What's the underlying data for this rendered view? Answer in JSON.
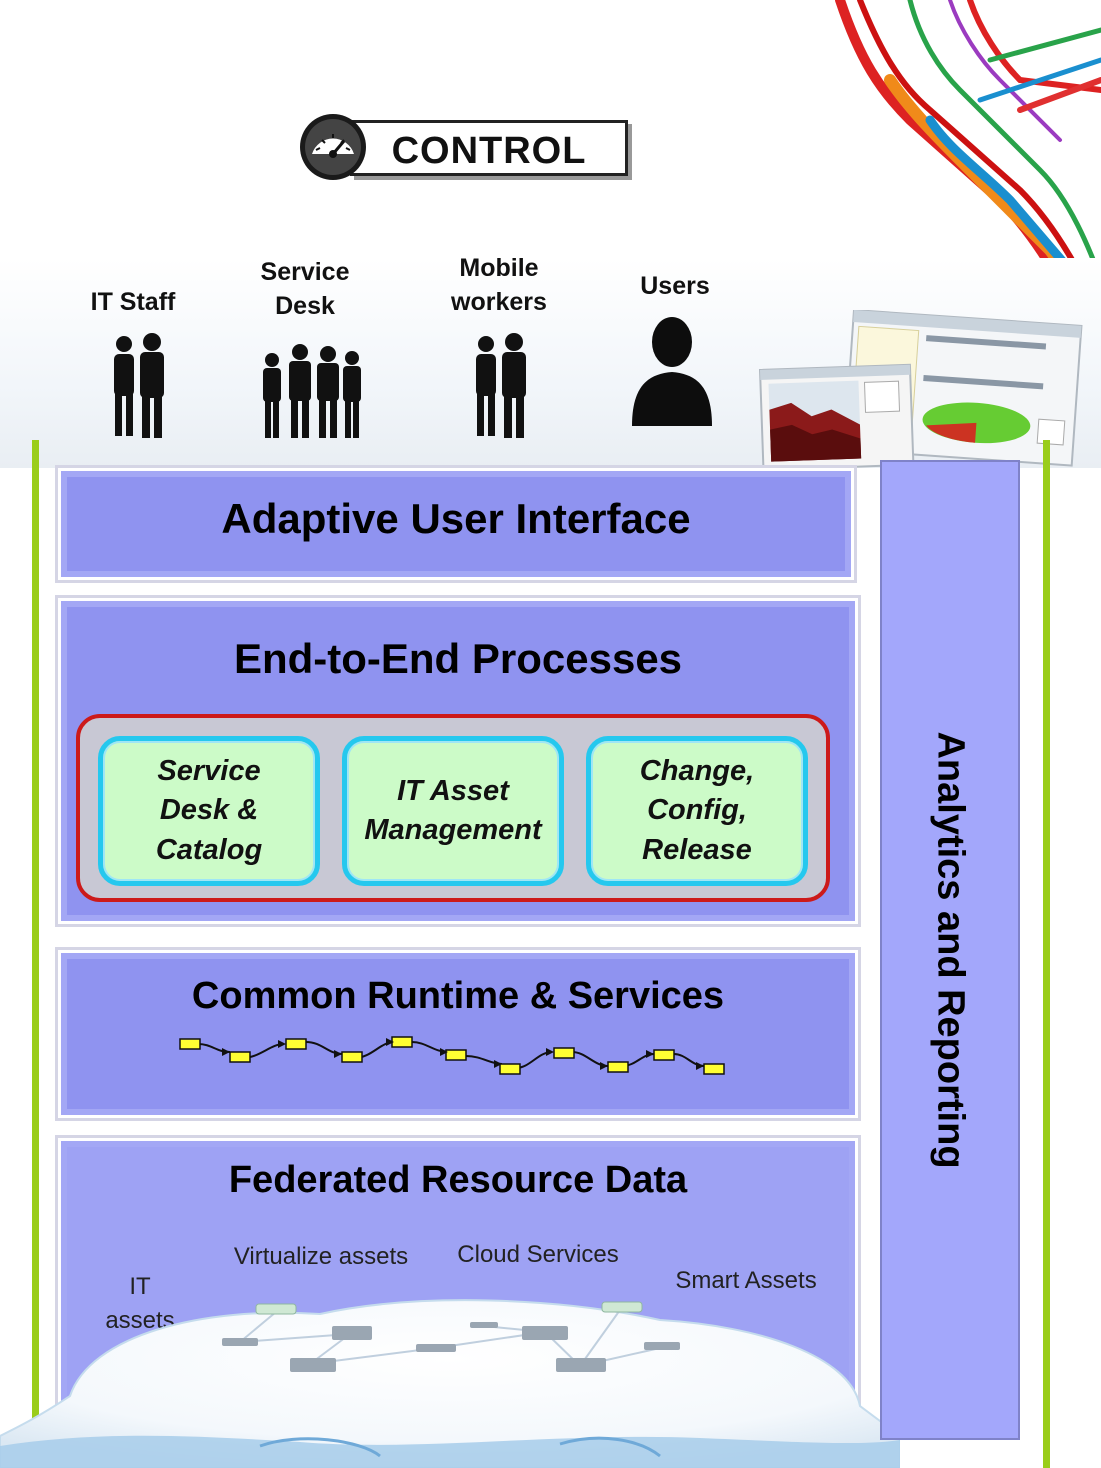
{
  "control": {
    "label": "CONTROL"
  },
  "personas": [
    {
      "label": "IT Staff"
    },
    {
      "label": "Service\nDesk"
    },
    {
      "label": "Mobile\nworkers"
    },
    {
      "label": "Users"
    }
  ],
  "layers": {
    "ui": "Adaptive User Interface",
    "processes": "End-to-End Processes",
    "runtime": "Common Runtime & Services",
    "data": "Federated Resource Data"
  },
  "process_boxes": [
    {
      "label": "Service\nDesk &\nCatalog"
    },
    {
      "label": "IT Asset\nManagement"
    },
    {
      "label": "Change,\nConfig,\nRelease"
    }
  ],
  "analytics": {
    "label": "Analytics and Reporting"
  },
  "resources": {
    "it_assets": "IT\nassets",
    "virtualize": "Virtualize assets",
    "cloud": "Cloud Services",
    "smart": "Smart Assets"
  },
  "colors": {
    "layer_fill": "#8f93f0",
    "analytics_fill": "#a3a7fb",
    "process_fill": "#ccfbc8",
    "process_border": "#25c8ee",
    "group_border": "#cc1a1a",
    "frame_green": "#9acd1a",
    "flow_node": "#ffff33"
  },
  "icons": [
    "gauge-icon",
    "people-icon",
    "dashboard-screenshot-icon",
    "network-cloud-icon",
    "workflow-icon"
  ]
}
